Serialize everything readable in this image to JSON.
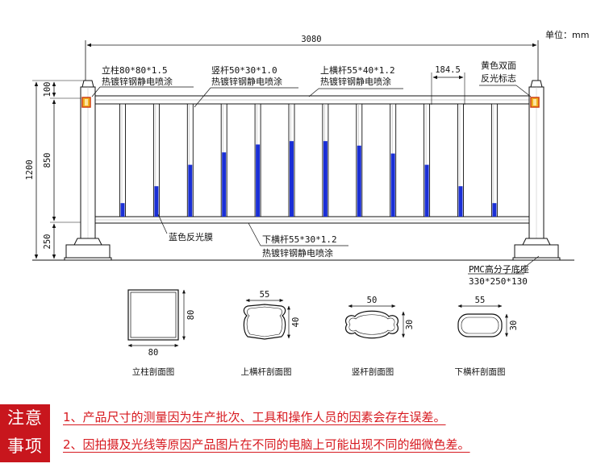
{
  "unit_label": "单位：mm",
  "dims": {
    "total_length": "3080",
    "height_total": "1200",
    "height_top": "100",
    "height_middle": "850",
    "height_bottom": "250",
    "spacing": "184.5"
  },
  "labels": {
    "post_spec": "立柱80*80*1.5",
    "post_finish": "热镀锌钢静电喷涂",
    "vertical_spec": "竖杆50*30*1.0",
    "vertical_finish": "热镀锌钢静电喷涂",
    "top_rail_spec": "上横杆55*40*1.2",
    "top_rail_finish": "热镀锌钢静电喷涂",
    "reflector_line1": "黄色双面",
    "reflector_line2": "反光标志",
    "blue_film": "蓝色反光膜",
    "bottom_rail_spec": "下横杆55*30*1.2",
    "bottom_rail_finish": "热镀锌钢静电喷涂",
    "base_spec": "PMC高分子底座",
    "base_size": "330*250*130"
  },
  "sections": [
    {
      "caption": "立柱剖面图",
      "width": "80",
      "height": "80"
    },
    {
      "caption": "上横杆剖面图",
      "width": "55",
      "height": "40"
    },
    {
      "caption": "竖杆剖面图",
      "width": "50",
      "height": "30"
    },
    {
      "caption": "下横杆剖面图",
      "width": "55",
      "height": "30"
    }
  ],
  "reflective_film_levels": [
    0.12,
    0.27,
    0.46,
    0.57,
    0.64,
    0.67,
    0.67,
    0.63,
    0.56,
    0.46,
    0.27,
    0.12
  ],
  "notice": {
    "tag_line1": "注意",
    "tag_line2": "事项",
    "items": [
      "1、产品尺寸的测量因为生产批次、工具和操作人员的因素会存在误差。",
      "2、因拍摄及光线等原因产品图片在不同的电脑上可能出现不同的细微色差。"
    ]
  },
  "colors": {
    "blue_film": "#1a2fd6",
    "reflector_yellow": "#f0b020",
    "reflector_red": "#d04010",
    "notice_red": "#c8161d"
  }
}
